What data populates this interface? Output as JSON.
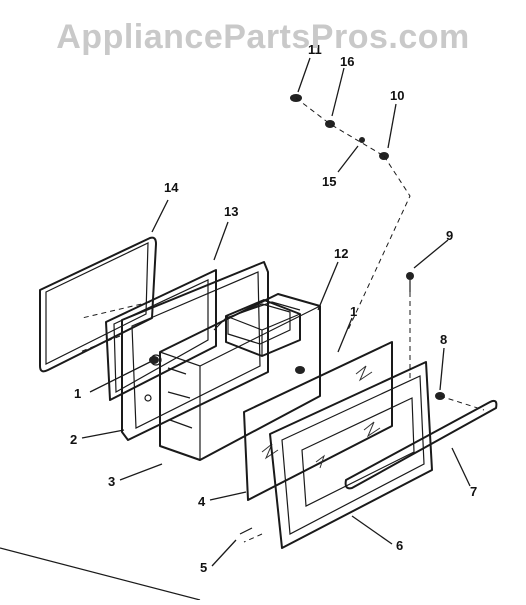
{
  "watermark": "AppliancePartsPros.com",
  "callouts": {
    "c1a": "1",
    "c1b": "1",
    "c2": "2",
    "c3": "3",
    "c4": "4",
    "c5": "5",
    "c6": "6",
    "c7": "7",
    "c8": "8",
    "c9": "9",
    "c10": "10",
    "c11": "11",
    "c12": "12",
    "c13": "13",
    "c14": "14",
    "c15": "15",
    "c16": "16"
  }
}
